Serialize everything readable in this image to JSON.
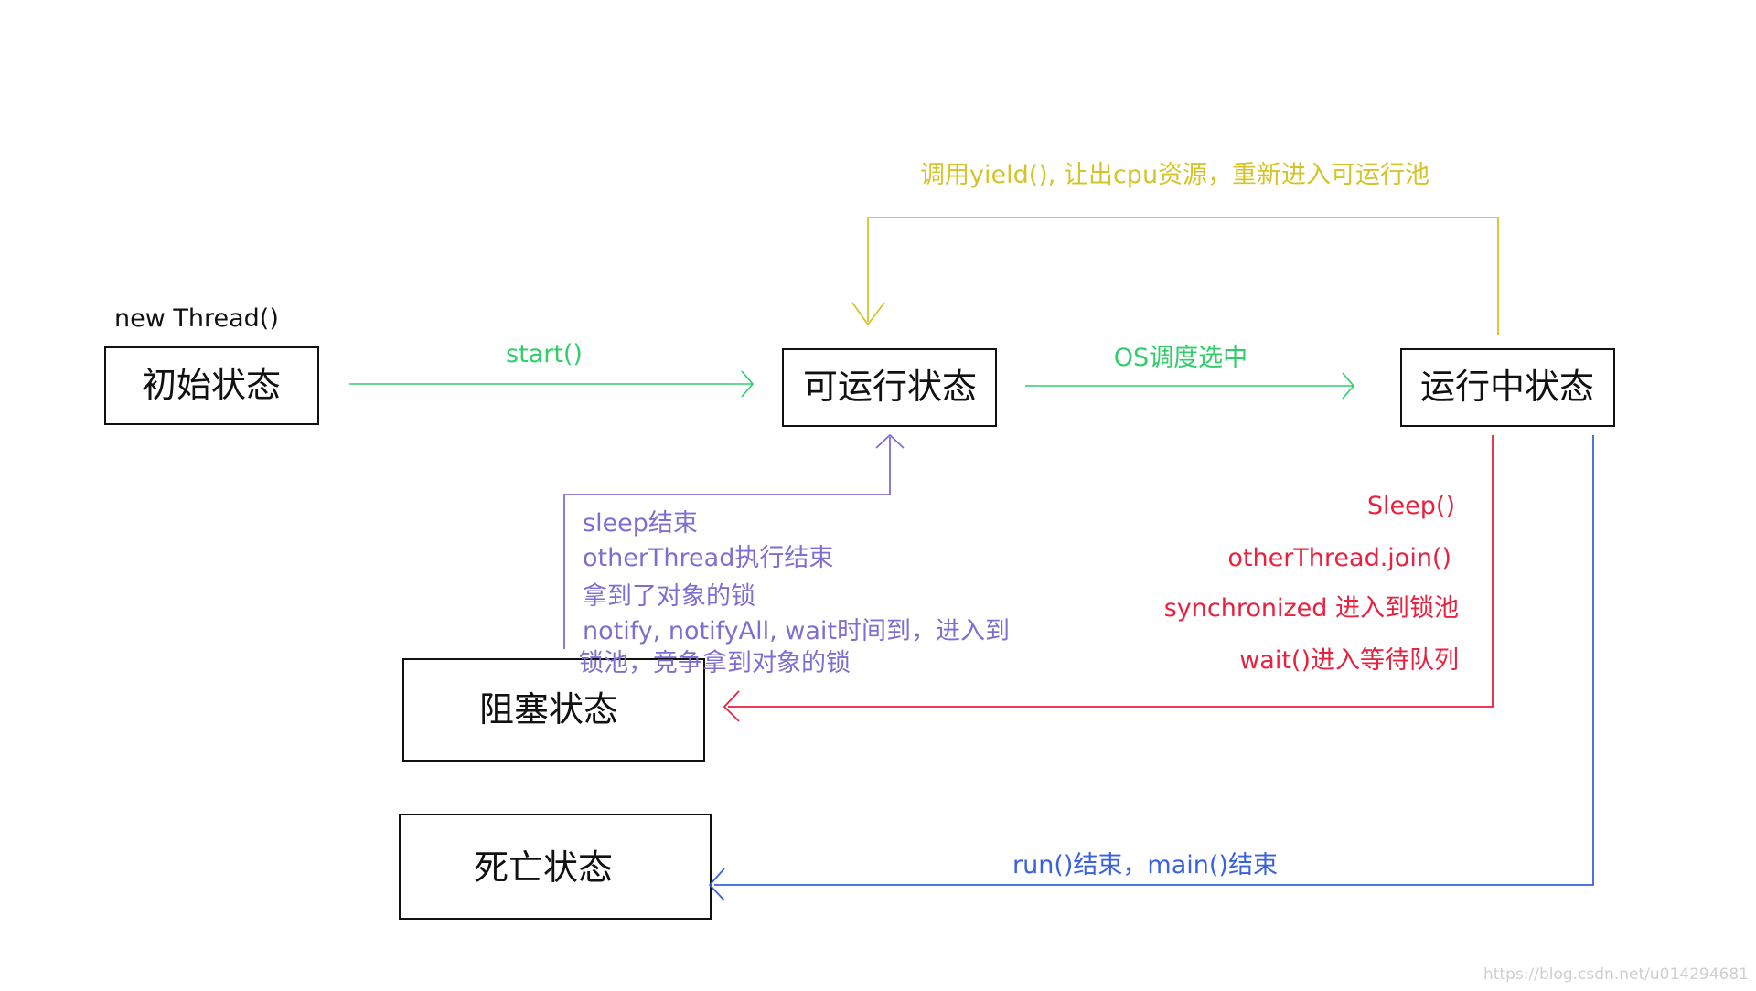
{
  "diagram": {
    "states": {
      "init": "初始状态",
      "runnable": "可运行状态",
      "running": "运行中状态",
      "blocked": "阻塞状态",
      "dead": "死亡状态"
    },
    "labels": {
      "new_thread": "new Thread()",
      "start": "start()",
      "os_schedule": "OS调度选中",
      "yield": "调用yield(), 让出cpu资源，重新进入可运行池",
      "sleep": "Sleep()",
      "join": "otherThread.join()",
      "sync": "synchronized 进入到锁池",
      "wait": "wait()进入等待队列",
      "unblock_1": "sleep结束",
      "unblock_2": "otherThread执行结束",
      "unblock_3": "拿到了对象的锁",
      "unblock_4": "notify, notifyAll, wait时间到，进入到",
      "unblock_5": "锁池，竞争拿到对象的锁",
      "end": "run()结束，main()结束"
    },
    "watermark": "https://blog.csdn.net/u014294681"
  },
  "colors": {
    "green": "#2fce6a",
    "yellow": "#d4c42a",
    "red": "#e8213f",
    "blue": "#3a62e0",
    "purple": "#7d6fd2",
    "box": "#111111"
  }
}
